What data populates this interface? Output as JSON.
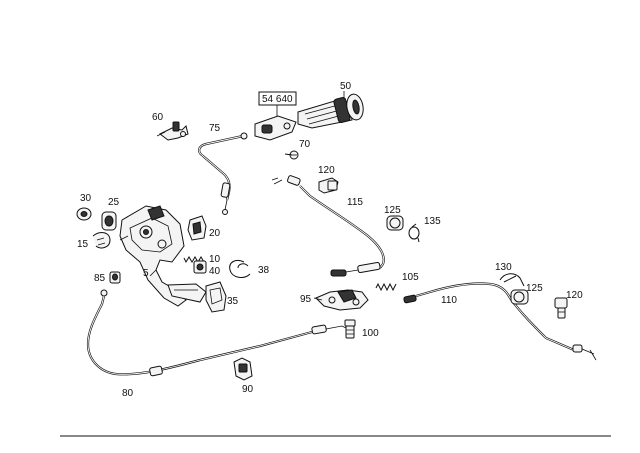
{
  "boxed_label": "54 640",
  "labels": {
    "p50": "50",
    "p60": "60",
    "p75": "75",
    "p70": "70",
    "p120a": "120",
    "p115": "115",
    "p125a": "125",
    "p135": "135",
    "p30": "30",
    "p25": "25",
    "p20": "20",
    "p15": "15",
    "p10": "10",
    "p40": "40",
    "p38": "38",
    "p5": "5",
    "p85": "85",
    "p35": "35",
    "p105": "105",
    "p95": "95",
    "p110": "110",
    "p130": "130",
    "p125b": "125",
    "p120b": "120",
    "p100": "100",
    "p80": "80",
    "p90": "90"
  }
}
